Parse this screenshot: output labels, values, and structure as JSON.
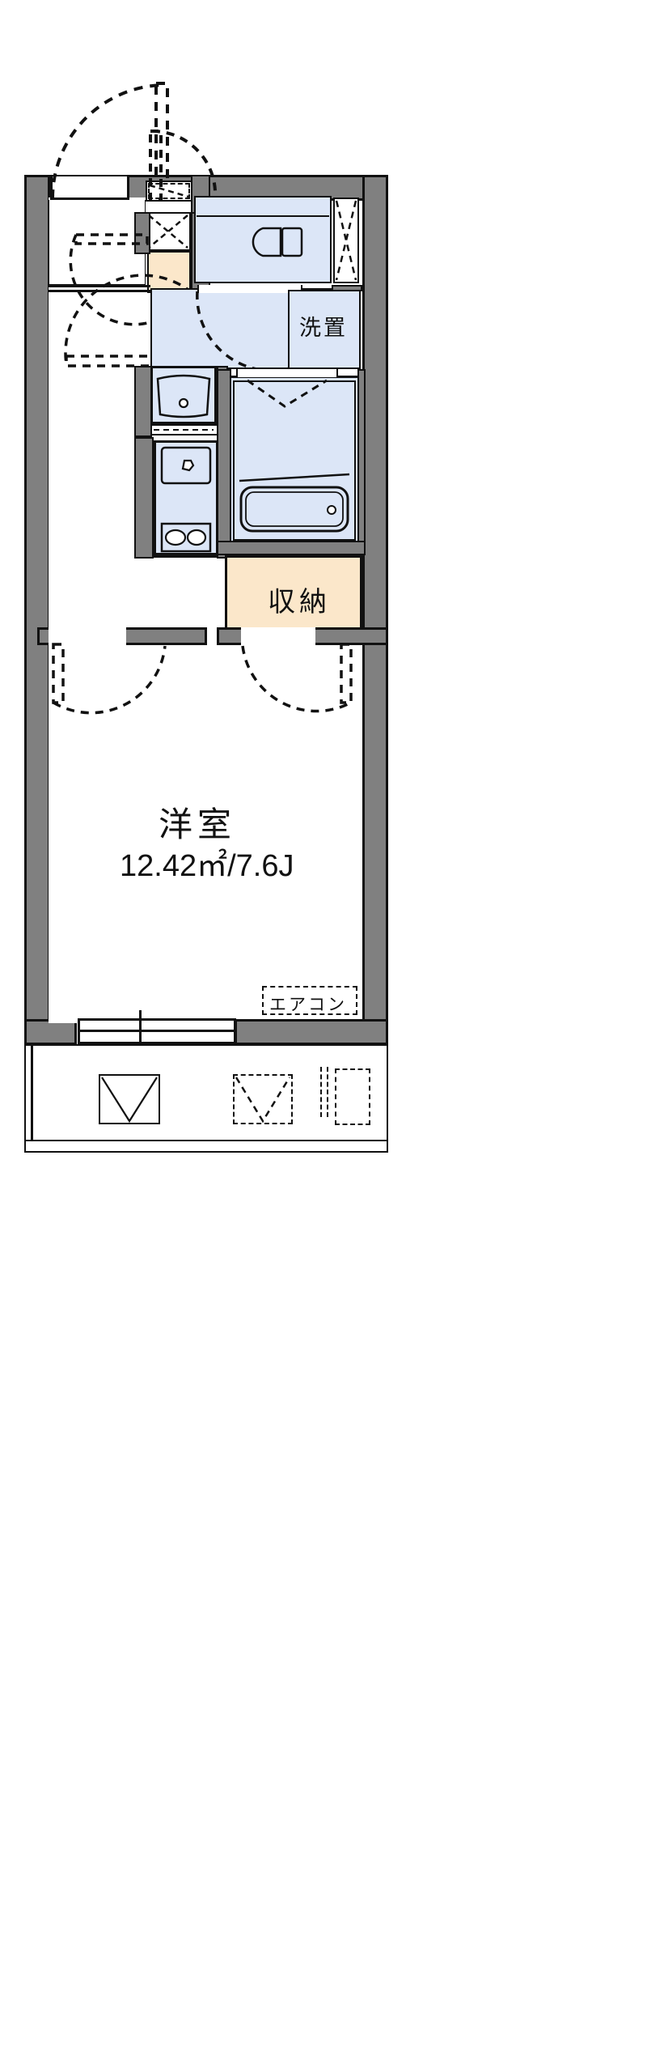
{
  "plan": {
    "type": "japanese-apartment-floorplan",
    "title": "",
    "rooms": [
      {
        "key": "main_room",
        "name": "洋室",
        "size_text": "12.42㎡/7.6J",
        "area_sqm": 12.42,
        "area_jo": 7.6,
        "fill": "#ffffff"
      },
      {
        "key": "storage",
        "name": "収納",
        "fill": "#fbe7ca"
      },
      {
        "key": "laundry",
        "name": "洗置",
        "fill": "#dce6f7"
      },
      {
        "key": "toilet",
        "name": "",
        "fill": "#dce6f7"
      },
      {
        "key": "bath",
        "name": "",
        "fill": "#dce6f7"
      },
      {
        "key": "kitchen",
        "name": "",
        "fill": "#dce6f7"
      },
      {
        "key": "entrance",
        "name": "",
        "fill": "#ffffff"
      },
      {
        "key": "balcony",
        "name": "",
        "fill": "#ffffff"
      }
    ],
    "annotations": [
      {
        "key": "aircon",
        "text": "エアコン"
      }
    ],
    "fixtures": [
      {
        "key": "toilet-bowl",
        "label": ""
      },
      {
        "key": "bathtub",
        "label": ""
      },
      {
        "key": "wash-basin",
        "label": ""
      },
      {
        "key": "kitchen-sink",
        "label": ""
      },
      {
        "key": "stove-two-burner",
        "label": ""
      },
      {
        "key": "shoe-box",
        "label": ""
      },
      {
        "key": "meter-box",
        "label": ""
      },
      {
        "key": "window-balcony-left",
        "label": ""
      },
      {
        "key": "window-balcony-right",
        "label": ""
      },
      {
        "key": "outdoor-unit",
        "label": ""
      }
    ],
    "colors": {
      "wall": "#808080",
      "line": "#111111",
      "water_area": "#dce6f7",
      "storage_area": "#fbe7ca",
      "background": "#ffffff"
    }
  },
  "labels": {
    "main_room_name": "洋室",
    "main_room_size": "12.42㎡/7.6J",
    "storage": "収納",
    "laundry": "洗置",
    "aircon": "エアコン"
  }
}
